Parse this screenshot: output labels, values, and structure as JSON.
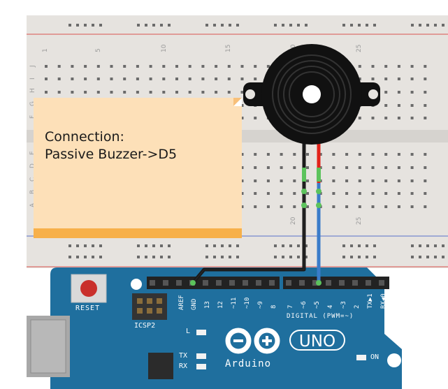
{
  "note": {
    "line1": "Connection:",
    "line2": "Passive Buzzer->D5"
  },
  "arduino": {
    "reset_label": "RESET",
    "icsp_label": "ICSP2",
    "digital_label": "DIGITAL (PWM=~)",
    "led_l_label": "L",
    "tx_label": "TX",
    "rx_label": "RX",
    "on_label": "ON",
    "brand_label": "Arduino",
    "model_label": "UNO",
    "pin_labels": [
      "AREF",
      "GND",
      "13",
      "12",
      "~11",
      "~10",
      "~9",
      "8",
      "7",
      "~6",
      "~5",
      "4",
      "~3",
      "2",
      "TX▶1",
      "RX◀0"
    ]
  },
  "breadboard": {
    "column_numbers_top": [
      "1",
      "5",
      "10",
      "15",
      "20",
      "25"
    ],
    "column_numbers_bottom": [
      "20",
      "25"
    ],
    "row_letters_top": [
      "J",
      "I",
      "H",
      "G",
      "F"
    ],
    "row_letters_bottom": [
      "E",
      "D",
      "C",
      "B",
      "A"
    ]
  },
  "colors": {
    "board": "#1f6f9e",
    "breadboard": "#e6e3df",
    "note": "#fde0b8",
    "note_border": "#f7b04a",
    "wire_black": "#1a1a1a",
    "wire_blue": "#3a7cc9",
    "lead_red": "#e2231a",
    "lead_green": "#5cc35c",
    "reset_button": "#c9302c"
  }
}
